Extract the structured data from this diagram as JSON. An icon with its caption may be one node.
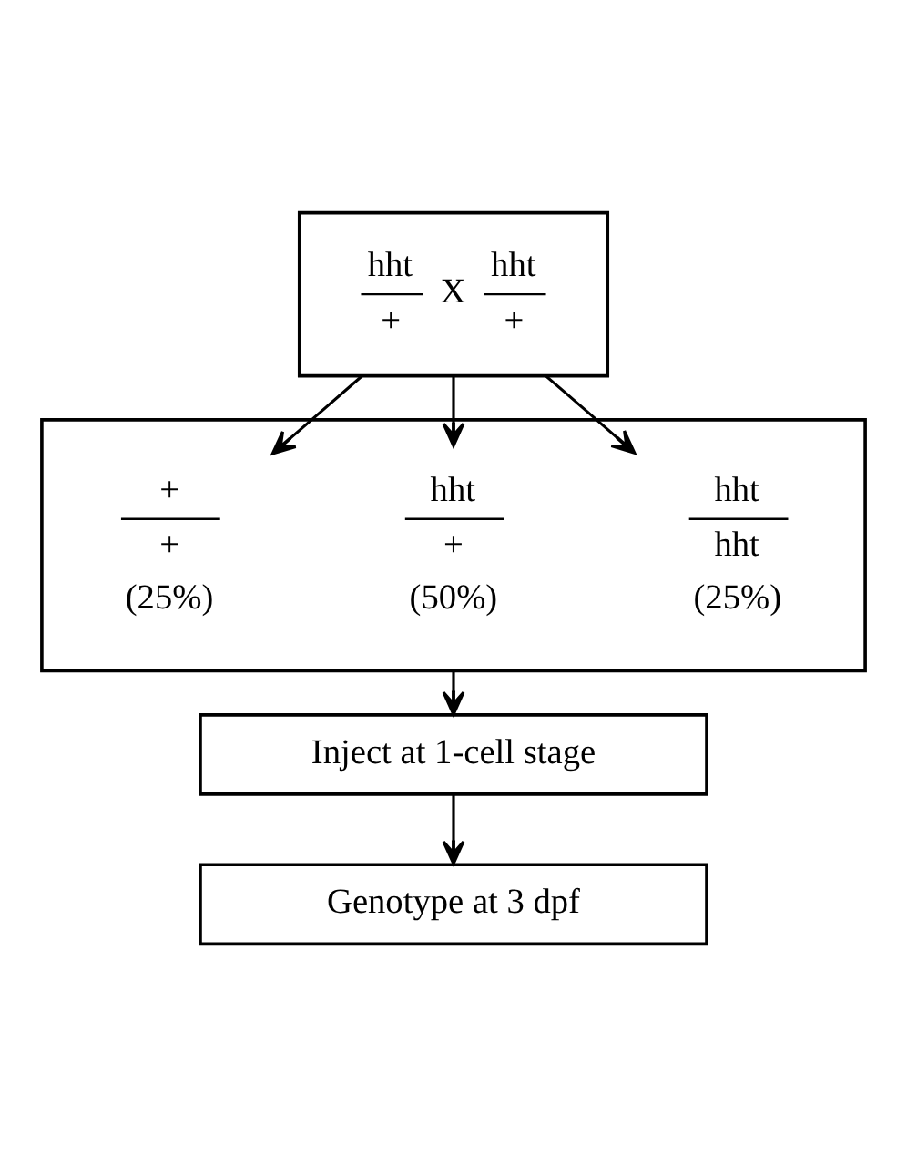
{
  "diagram": {
    "nodes": [
      {
        "text": [
          "hht",
          "+",
          "X",
          "hht",
          "+"
        ]
      },
      {
        "text": [],
        "shape": "box"
      },
      {
        "text": [
          "+",
          "+",
          "(25%)"
        ],
        "in": 1
      },
      {
        "text": [
          "hht",
          "+",
          "(50%)"
        ],
        "in": 1
      },
      {
        "text": [
          "hht",
          "hht",
          "(25%)"
        ],
        "in": 1
      },
      {
        "text": [
          "Inject at 1-cell stage"
        ]
      },
      {
        "text": [
          "Genotype at 3 dpf"
        ]
      }
    ],
    "edges": [
      {
        "from": 0,
        "to": 2,
        "arrow": "to"
      },
      {
        "from": 0,
        "to": 3,
        "arrow": "to"
      },
      {
        "from": 0,
        "to": 4,
        "arrow": "to"
      },
      {
        "from": 1,
        "to": 5,
        "arrow": "to"
      },
      {
        "from": 5,
        "to": 6,
        "arrow": "to"
      }
    ]
  }
}
